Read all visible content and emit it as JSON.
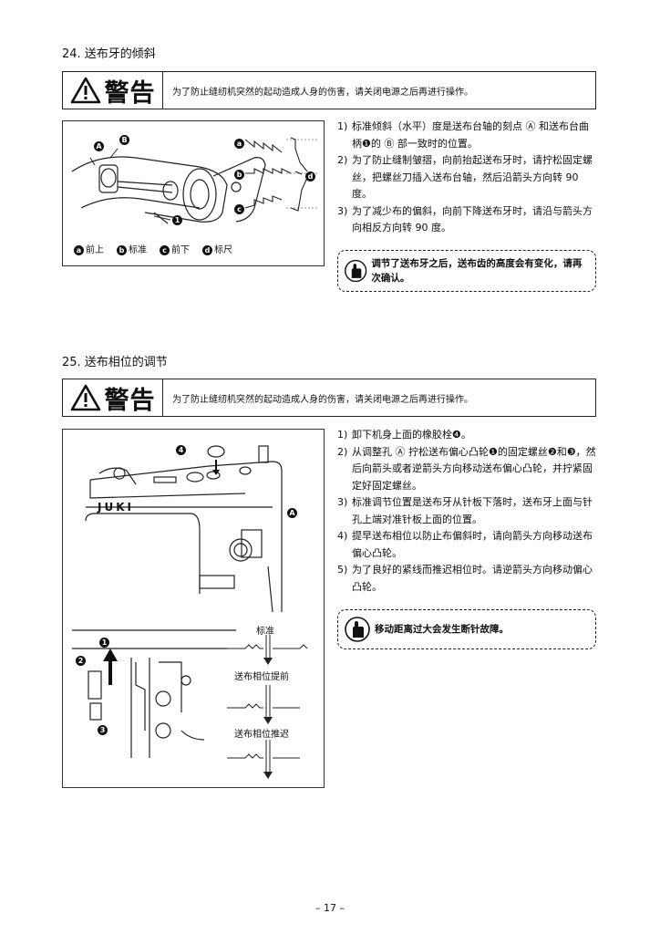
{
  "s24": {
    "title": "24.  送布牙的倾斜",
    "warning_label": "警告",
    "warning_text": "为了防止缝纫机突然的起动造成人身的伤害，请关闭电源之后再进行操作。",
    "steps": [
      {
        "num": "1)",
        "text": "标准倾斜（水平）度是送布台轴的刻点 Ⓐ 和送布台曲柄❶的 Ⓑ 部一致时的位置。"
      },
      {
        "num": "2)",
        "text": "为了防止缝制皱摺，向前抬起送布牙时，请拧松固定螺丝，把螺丝刀插入送布台轴，然后沿箭头方向转 90 度。"
      },
      {
        "num": "3)",
        "text": "为了减少布的偏斜，向前下降送布牙时，请沿与箭头方向相反方向转 90 度。"
      }
    ],
    "note": "调节了送布牙之后，送布齿的高度会有变化，请再次确认。",
    "legend": [
      {
        "badge": "a",
        "text": "前上"
      },
      {
        "badge": "b",
        "text": "标准"
      },
      {
        "badge": "c",
        "text": "前下"
      },
      {
        "badge": "d",
        "text": "标尺"
      }
    ],
    "fig_markers": {
      "A": "A",
      "B": "B",
      "one": "1",
      "a": "a",
      "b": "b",
      "c": "c",
      "d": "d"
    }
  },
  "s25": {
    "title": "25.  送布相位的调节",
    "warning_label": "警告",
    "warning_text": "为了防止缝纫机突然的起动造成人身的伤害，请关闭电源之后再进行操作。",
    "steps": [
      {
        "num": "1)",
        "text": "卸下机身上面的橡胶栓❹。"
      },
      {
        "num": "2)",
        "text": "从调整孔 Ⓐ 拧松送布偏心凸轮❶的固定螺丝❷和❸，然后向箭头或者逆箭头方向移动送布偏心凸轮，并拧紧固定好固定螺丝。"
      },
      {
        "num": "3)",
        "text": "标准调节位置是送布牙从针板下落时，送布牙上面与针孔上端对准针板上面的位置。"
      },
      {
        "num": "4)",
        "text": "提早送布相位以防止布偏斜时，请向箭头方向移动送布偏心凸轮。"
      },
      {
        "num": "5)",
        "text": "为了良好的紧线而推迟相位时。请逆箭头方向移动偏心凸轮。"
      }
    ],
    "note": "移动距离过大会发生断针故障。",
    "captions": {
      "standard": "标准",
      "advance": "送布相位提前",
      "delay": "送布相位推迟"
    },
    "brand": "JUKI",
    "fig_markers": {
      "A": "A",
      "one": "1",
      "two": "2",
      "three": "3",
      "four": "4"
    }
  },
  "note_icon_text": "注 意",
  "page_number": "– 17 –",
  "colors": {
    "ink": "#111111",
    "paper": "#ffffff"
  }
}
